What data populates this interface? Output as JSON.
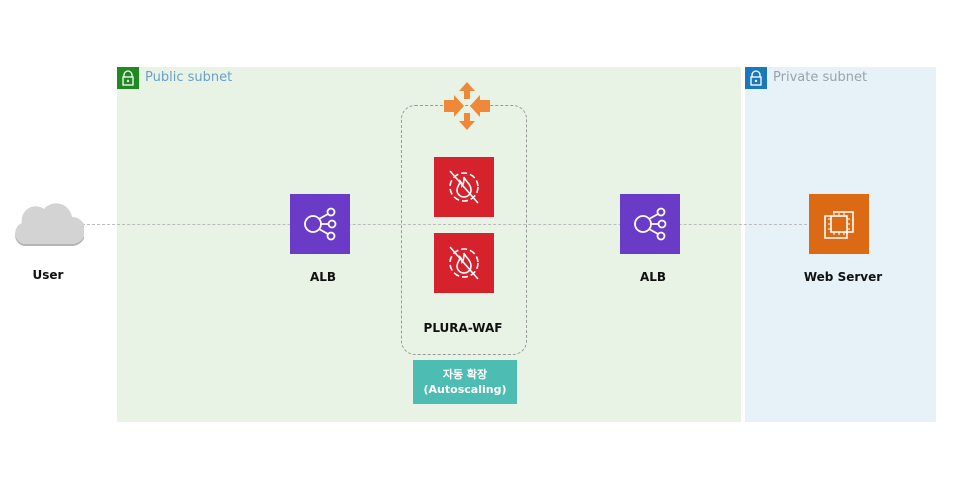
{
  "public_subnet": {
    "title": "Public subnet",
    "color": "#1f8a1f"
  },
  "private_subnet": {
    "title": "Private subnet",
    "color": "#1a78b8"
  },
  "nodes": {
    "user": "User",
    "alb1": "ALB",
    "waf": "PLURA-WAF",
    "alb2": "ALB",
    "web": "Web Server"
  },
  "autoscaling": {
    "line1": "자동 확장",
    "line2": "(Autoscaling)"
  },
  "colors": {
    "alb": "#6a3bc6",
    "waf": "#d6222c",
    "ec2": "#dc6a14",
    "autoscale": "#f0883a"
  }
}
